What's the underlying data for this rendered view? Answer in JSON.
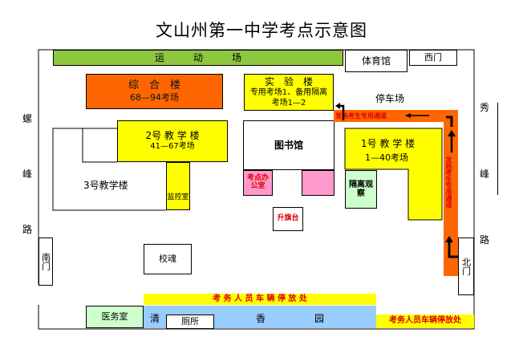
{
  "title": "文山州第一中学考点示意图",
  "sports_field": "运　　　动　　　场",
  "gym": "体育馆",
  "west_gate": "西门",
  "parking": "停车场",
  "zonghe": {
    "name": "综　合　楼",
    "rooms": "68—94考场"
  },
  "shiyan": {
    "name": "实　验　楼",
    "rooms": "专用考场1、备用隔离考场1—2"
  },
  "building2": {
    "name": "2号 教 学 楼",
    "rooms": "41—67考场"
  },
  "building1": {
    "name": "1号 教 学 楼",
    "rooms": "1—40考场"
  },
  "building3": "3号教学楼",
  "library": "图书馆",
  "monitor": "监控室",
  "exam_office": "考点办公室",
  "isolation": "隔离观察",
  "flagpole": "升旗台",
  "school_soul": "校魂",
  "fever_channel_h": "发热考生专用通道",
  "fever_channel_v": "发热考生专用通道",
  "staff_parking_inner": "考 务 人 员 车 辆 停 放 处",
  "staff_parking_outer": "考务人员车辆停放处",
  "clinic": "医务室",
  "qingxiang": {
    "q": "清",
    "x": "香",
    "y": "园"
  },
  "toilet": "厕所",
  "south_gate": "南门",
  "north_gate": "北门",
  "road_left": [
    "螺",
    "峰",
    "路"
  ],
  "road_right": [
    "秀",
    "峰",
    "路"
  ],
  "colors": {
    "green": "#8dc63f",
    "orange": "#ff6600",
    "yellow": "#ffff00",
    "pink": "#ff99cc",
    "lightgreen": "#ccffcc",
    "blue": "#99ccff",
    "fever_red": "#e00000"
  }
}
